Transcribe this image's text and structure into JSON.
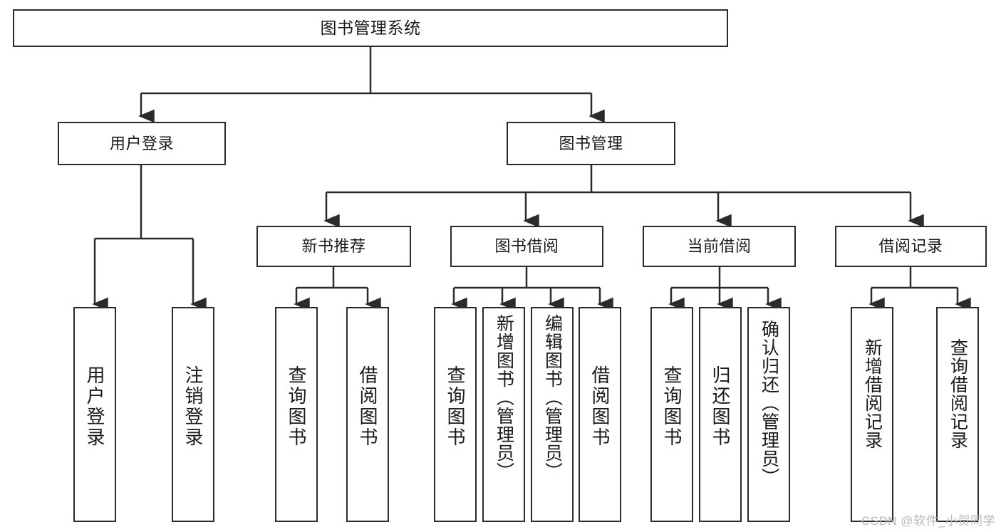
{
  "diagram": {
    "title": "图书管理系统",
    "type": "hierarchy-tree",
    "watermark": "CSDN @软件_小贺同学",
    "colors": {
      "border": "#2b2b2b",
      "background": "#ffffff",
      "text": "#1a1a1a",
      "watermark": "#b9b9b9"
    },
    "root": {
      "label": "图书管理系统"
    },
    "level2": [
      {
        "label": "用户登录"
      },
      {
        "label": "图书管理"
      }
    ],
    "level3": [
      {
        "label": "新书推荐"
      },
      {
        "label": "图书借阅"
      },
      {
        "label": "当前借阅"
      },
      {
        "label": "借阅记录"
      }
    ],
    "leaves": {
      "user_login": [
        {
          "label": "用户登录"
        },
        {
          "label": "注销登录"
        }
      ],
      "new_book_recommend": [
        {
          "label": "查询图书"
        },
        {
          "label": "借阅图书"
        }
      ],
      "book_borrow": [
        {
          "label": "查询图书"
        },
        {
          "label": "新增图书（管理员）"
        },
        {
          "label": "编辑图书（管理员）"
        },
        {
          "label": "借阅图书"
        }
      ],
      "current_borrow": [
        {
          "label": "查询图书"
        },
        {
          "label": "归还图书"
        },
        {
          "label": "确认归还（管理员）"
        }
      ],
      "borrow_records": [
        {
          "label": "新增借阅记录"
        },
        {
          "label": "查询借阅记录"
        }
      ]
    }
  }
}
